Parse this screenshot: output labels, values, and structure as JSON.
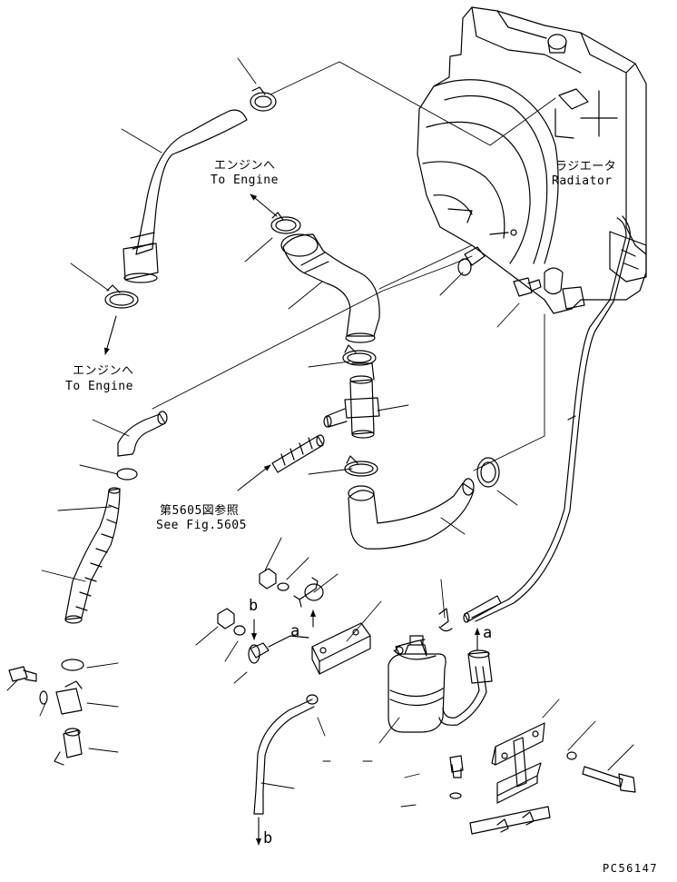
{
  "labels": {
    "engine_jp_upper": "エンジンへ",
    "engine_en_upper": "To Engine",
    "engine_jp_lower": "エンジンへ",
    "engine_en_lower": "To Engine",
    "radiator_jp": "ラジエータ",
    "radiator_en": "Radiator",
    "fig_ref_jp": "第5605図参照",
    "fig_ref_en": "See Fig.5605"
  },
  "markers": {
    "a_upper": "a",
    "a_right": "a",
    "b_upper": "b",
    "b_lower": "b"
  },
  "drawing_code": "PC56147"
}
